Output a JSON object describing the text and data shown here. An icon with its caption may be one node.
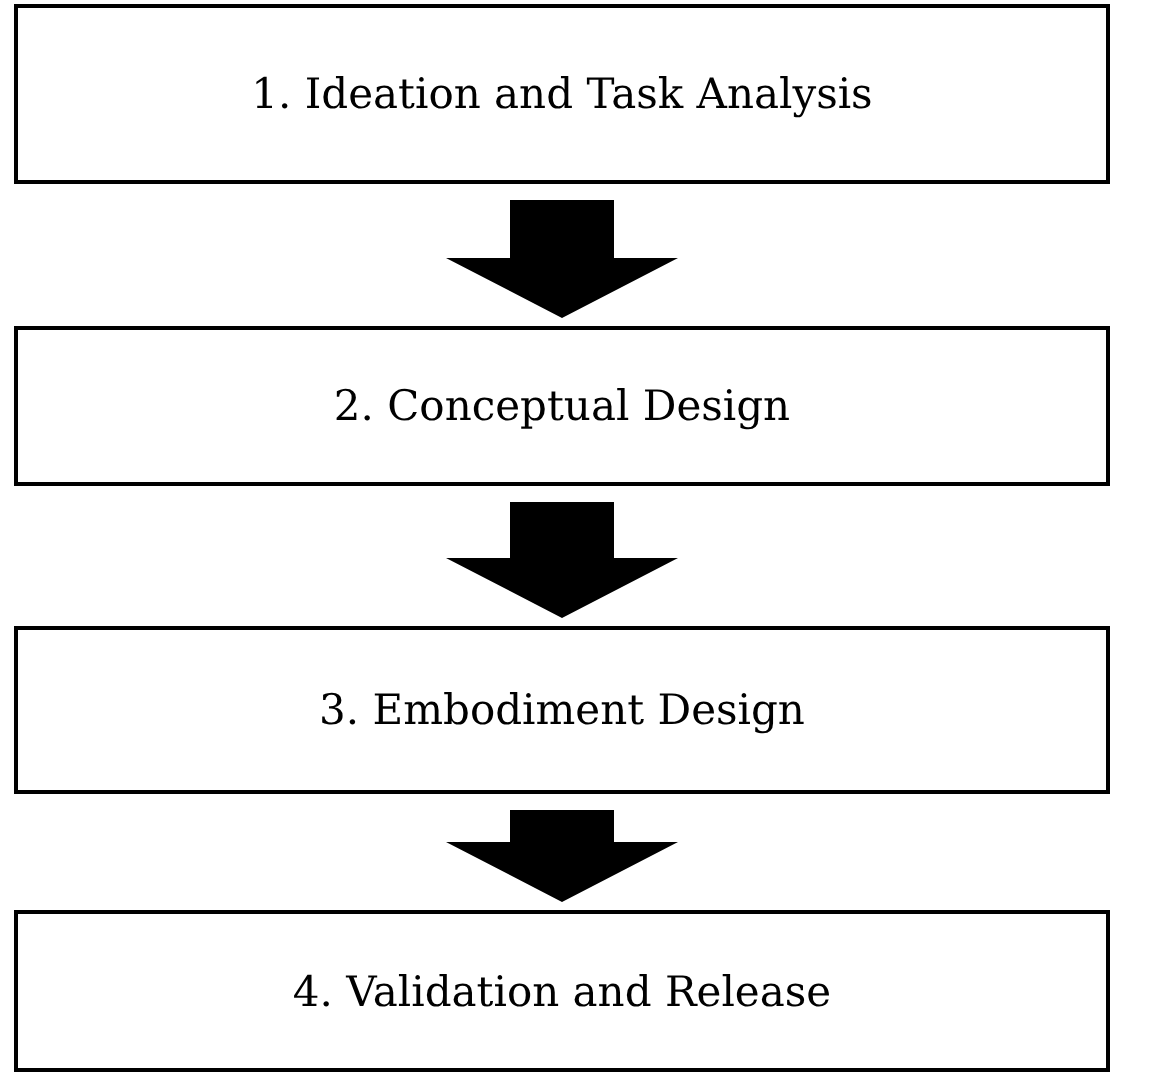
{
  "diagram": {
    "nodes": [
      {
        "text": [
          "1. Ideation and Task Analysis"
        ]
      },
      {
        "text": [
          "2. Conceptual Design"
        ]
      },
      {
        "text": [
          "3. Embodiment Design"
        ]
      },
      {
        "text": [
          "4. Validation and Release"
        ]
      }
    ],
    "edges": [
      {
        "from": 0,
        "to": 1,
        "arrow": "to"
      },
      {
        "from": 1,
        "to": 2,
        "arrow": "to"
      },
      {
        "from": 2,
        "to": 3,
        "arrow": "to"
      }
    ]
  }
}
